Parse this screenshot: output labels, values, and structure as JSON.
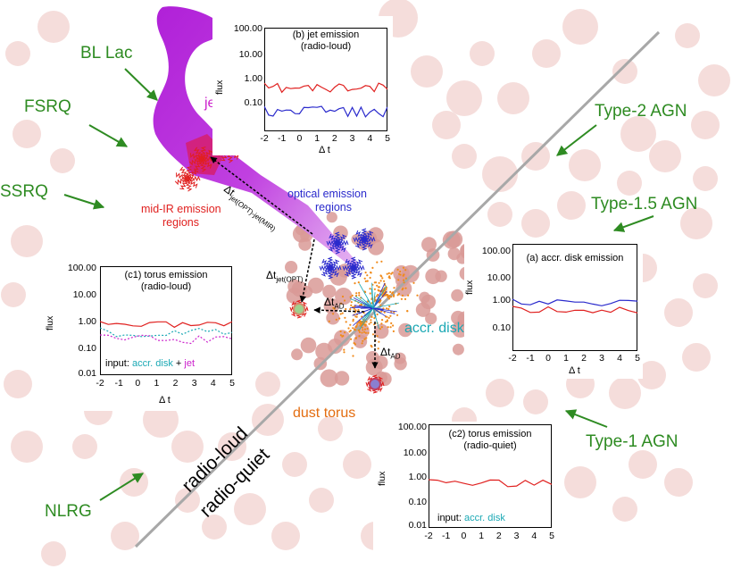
{
  "diagram": {
    "divider_labels": {
      "upper": "radio-loud",
      "lower": "radio-quiet"
    },
    "classes": {
      "bl_lac": "BL Lac",
      "fsrq": "FSRQ",
      "ssrq": "SSRQ",
      "nlrg": "NLRG",
      "type2": "Type-2 AGN",
      "type15": "Type-1.5 AGN",
      "type1": "Type-1 AGN"
    },
    "components": {
      "jet": "jet",
      "mir_regions_line1": "mid-IR emission",
      "mir_regions_line2": "regions",
      "opt_regions_line1": "optical emission",
      "opt_regions_line2": "regions",
      "accr_disk": "accr. disk",
      "dust_torus": "dust torus"
    },
    "lags": {
      "jet_mir": "Δt",
      "jet_mir_sub": "jet(OPT)-jet(MIR)",
      "jet_opt": "Δt",
      "jet_opt_sub": "jet(OPT)",
      "ad_left": "Δt",
      "ad_left_sub": "AD",
      "ad_down": "Δt",
      "ad_down_sub": "AD"
    },
    "colors": {
      "green": "#2e8b22",
      "red": "#e0201f",
      "blue": "#2a2acc",
      "cyan": "#1aa8b4",
      "orange": "#e36d10",
      "magenta": "#cc22cc",
      "jet_purple": "#a020d0",
      "divider": "#a8a8a8"
    }
  },
  "panels": {
    "b": {
      "title_line1": "(b) jet emission",
      "title_line2": "(radio-loud)",
      "ylabel": "flux",
      "xlabel": "Δ t",
      "yticks": [
        "100.00",
        "10.00",
        "1.00",
        "0.10"
      ],
      "xticks": [
        "-2",
        "-1",
        "0",
        "1",
        "2",
        "3",
        "4",
        "5"
      ]
    },
    "a": {
      "title": "(a) accr. disk emission",
      "ylabel": "flux",
      "xlabel": "Δ t",
      "yticks": [
        "100.00",
        "10.00",
        "1.00",
        "0.10"
      ],
      "xticks": [
        "-2",
        "-1",
        "0",
        "1",
        "2",
        "3",
        "4",
        "5"
      ]
    },
    "c1": {
      "title_line1": "(c1) torus emission",
      "title_line2": "(radio-loud)",
      "ylabel": "flux",
      "xlabel": "Δ t",
      "yticks": [
        "100.00",
        "10.00",
        "1.00",
        "0.10",
        "0.01"
      ],
      "xticks": [
        "-2",
        "-1",
        "0",
        "1",
        "2",
        "3",
        "4",
        "5"
      ],
      "input_label": "input:",
      "input_a": "accr. disk",
      "input_plus": "+",
      "input_b": "jet"
    },
    "c2": {
      "title_line1": "(c2) torus emission",
      "title_line2": "(radio-quiet)",
      "ylabel": "flux",
      "xlabel": "Δ t",
      "yticks": [
        "100.00",
        "10.00",
        "1.00",
        "0.10",
        "0.01"
      ],
      "xticks": [
        "-2",
        "-1",
        "0",
        "1",
        "2",
        "3",
        "4",
        "5"
      ],
      "input_label": "input:",
      "input_a": "accr. disk"
    }
  }
}
